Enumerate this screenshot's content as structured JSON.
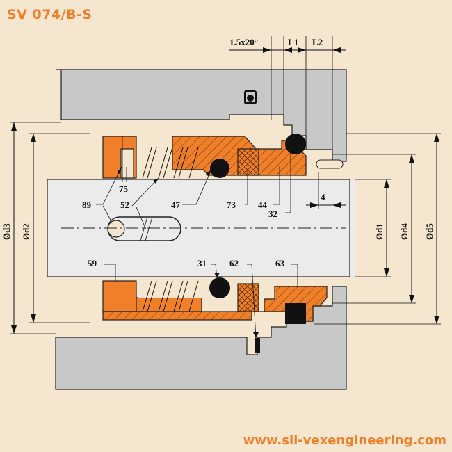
{
  "title": "SV 074/B-S",
  "website": "www.sil-vexengineering.com",
  "colors": {
    "background": "#f4e6cf",
    "accent_orange": "#f07f2a",
    "housing_gray": "#c8c8c8",
    "shaft_gray": "#ebebeb"
  },
  "dimensions": {
    "chamfer": "1.5x20°",
    "l1": "L1",
    "l2": "L2",
    "four": "4",
    "d1": "Ød1",
    "d2": "Ød2",
    "d3": "Ød3",
    "d4": "Ød4",
    "d5": "Ød5"
  },
  "parts": {
    "p75": "75",
    "p89": "89",
    "p52": "52",
    "p47": "47",
    "p73": "73",
    "p44": "44",
    "p32": "32",
    "p59": "59",
    "p31": "31",
    "p62": "62",
    "p63": "63"
  }
}
